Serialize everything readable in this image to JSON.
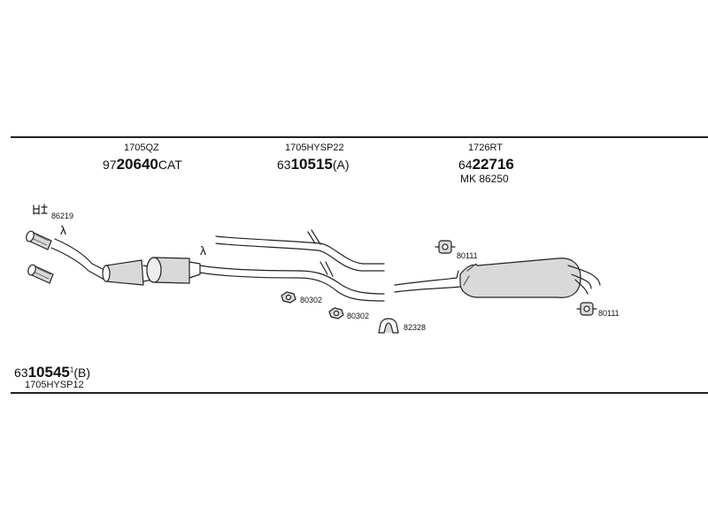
{
  "groups": [
    {
      "code": "1705QZ",
      "num_prefix": "97",
      "num_bold": "20640",
      "num_suffix": "CAT"
    },
    {
      "code": "1705HYSP22",
      "num_prefix": "63",
      "num_bold": "10515",
      "num_suffix": "(A)"
    },
    {
      "code": "1726RT",
      "num_prefix": "64",
      "num_bold": "22716",
      "num_suffix": "",
      "kit": "MK 86250"
    }
  ],
  "footer": {
    "num_prefix": "63",
    "num_bold": "10545",
    "num_sup": "1",
    "num_suffix": "(B)",
    "code": "1705HYSP12"
  },
  "parts": {
    "p86219": "86219",
    "p80302a": "80302",
    "p80302b": "80302",
    "p82328": "82328",
    "p80111a": "80111",
    "p80111b": "80111"
  },
  "symbols": {
    "lambda": "λ"
  },
  "colors": {
    "line": "#222222",
    "fill": "#d9d9d9",
    "shade": "#9a9a9a"
  }
}
